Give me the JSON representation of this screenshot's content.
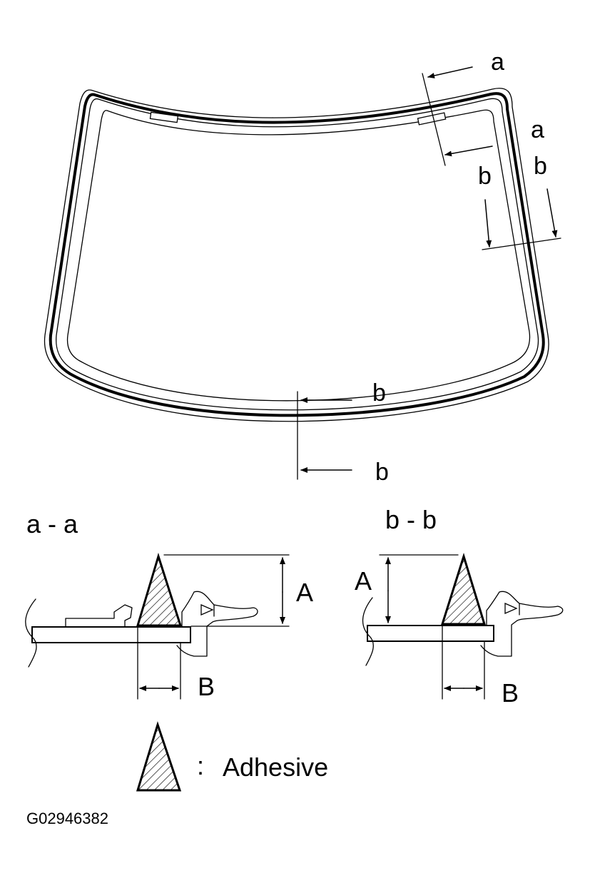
{
  "windshield_view": {
    "section_markers": {
      "a_top": "a",
      "a_side": "a",
      "b_side_left": "b",
      "b_side_right": "b",
      "b_bottom_upper": "b",
      "b_bottom_lower": "b"
    }
  },
  "section_aa": {
    "title": "a - a",
    "dim_height": "A",
    "dim_width": "B"
  },
  "section_bb": {
    "title": "b - b",
    "dim_height": "A",
    "dim_width": "B"
  },
  "legend": {
    "separator": ":",
    "label": "Adhesive"
  },
  "figure_code": "G02946382",
  "colors": {
    "line": "#000000",
    "background": "#ffffff"
  }
}
